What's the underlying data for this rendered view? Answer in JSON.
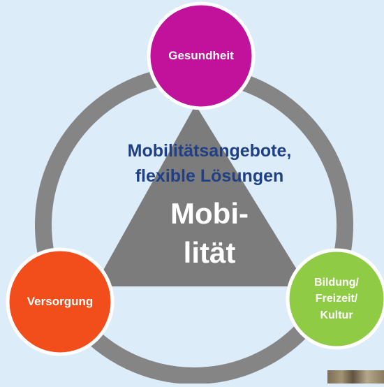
{
  "diagram": {
    "center": {
      "subtitle_line1": "Mobilitätsangebote,",
      "subtitle_line2": "flexible Lösungen",
      "title_line1": "Mobi-",
      "title_line2": "lität"
    },
    "nodes": {
      "top": {
        "label": "Gesundheit",
        "color": "#c0129a"
      },
      "left": {
        "label": "Versorgung",
        "color": "#f24e1b"
      },
      "right": {
        "line1": "Bildung/",
        "line2": "Freizeit/",
        "line3": "Kultur",
        "color": "#8fcb45"
      }
    },
    "colors": {
      "background": "#dcecf8",
      "ring": "#858585",
      "triangle": "#7c7c7c",
      "subtitle_text": "#1f3f86",
      "node_text": "#ffffff",
      "node_border": "#ffffff"
    }
  }
}
